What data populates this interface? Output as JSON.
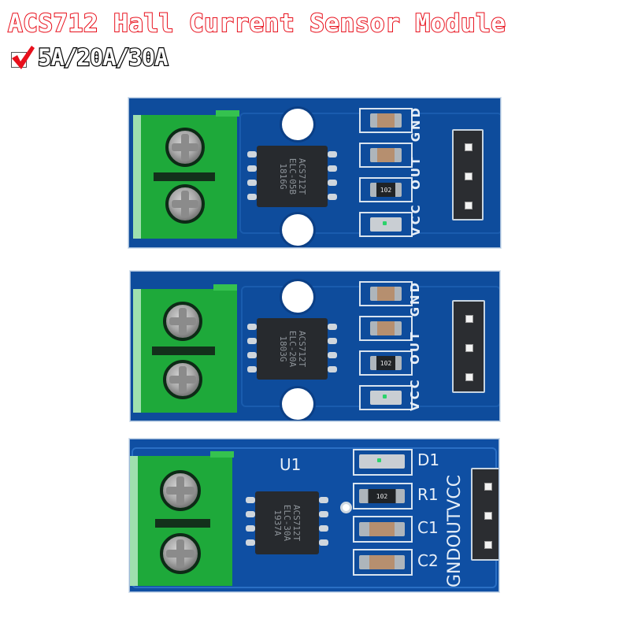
{
  "header": {
    "title": "ACS712 Hall Current Sensor Module",
    "subtitle": "5A/20A/30A",
    "check_icon": "red-checkmark-icon",
    "colors": {
      "title_outline": "#e8101c",
      "subtitle_outline": "#000000",
      "check": "#e8101c"
    }
  },
  "boards": [
    {
      "variant": "5A",
      "chip": {
        "line1": "ACS712T",
        "line2": "ELC-05B",
        "line3": "1816G"
      },
      "resistor_code": "102",
      "pin_labels": [
        "VCC",
        "OUT",
        "GND"
      ]
    },
    {
      "variant": "20A",
      "chip": {
        "line1": "ACS712T",
        "line2": "ELC-20A",
        "line3": "1803G"
      },
      "resistor_code": "102",
      "pin_labels": [
        "VCC",
        "OUT",
        "GND"
      ]
    },
    {
      "variant": "30A",
      "chip": {
        "line1": "ACS712T",
        "line2": "ELC-30A",
        "line3": "1937A"
      },
      "resistor_code": "102",
      "ref_designators": {
        "ic": "U1",
        "led": "D1",
        "resistor": "R1",
        "cap1": "C1",
        "cap2": "C2"
      },
      "pin_labels": [
        "GND",
        "OUT",
        "VCC"
      ]
    }
  ],
  "colors": {
    "pcb": "#0e4c9c",
    "terminal": "#1ea93a",
    "silkscreen": "#e6eef7"
  }
}
